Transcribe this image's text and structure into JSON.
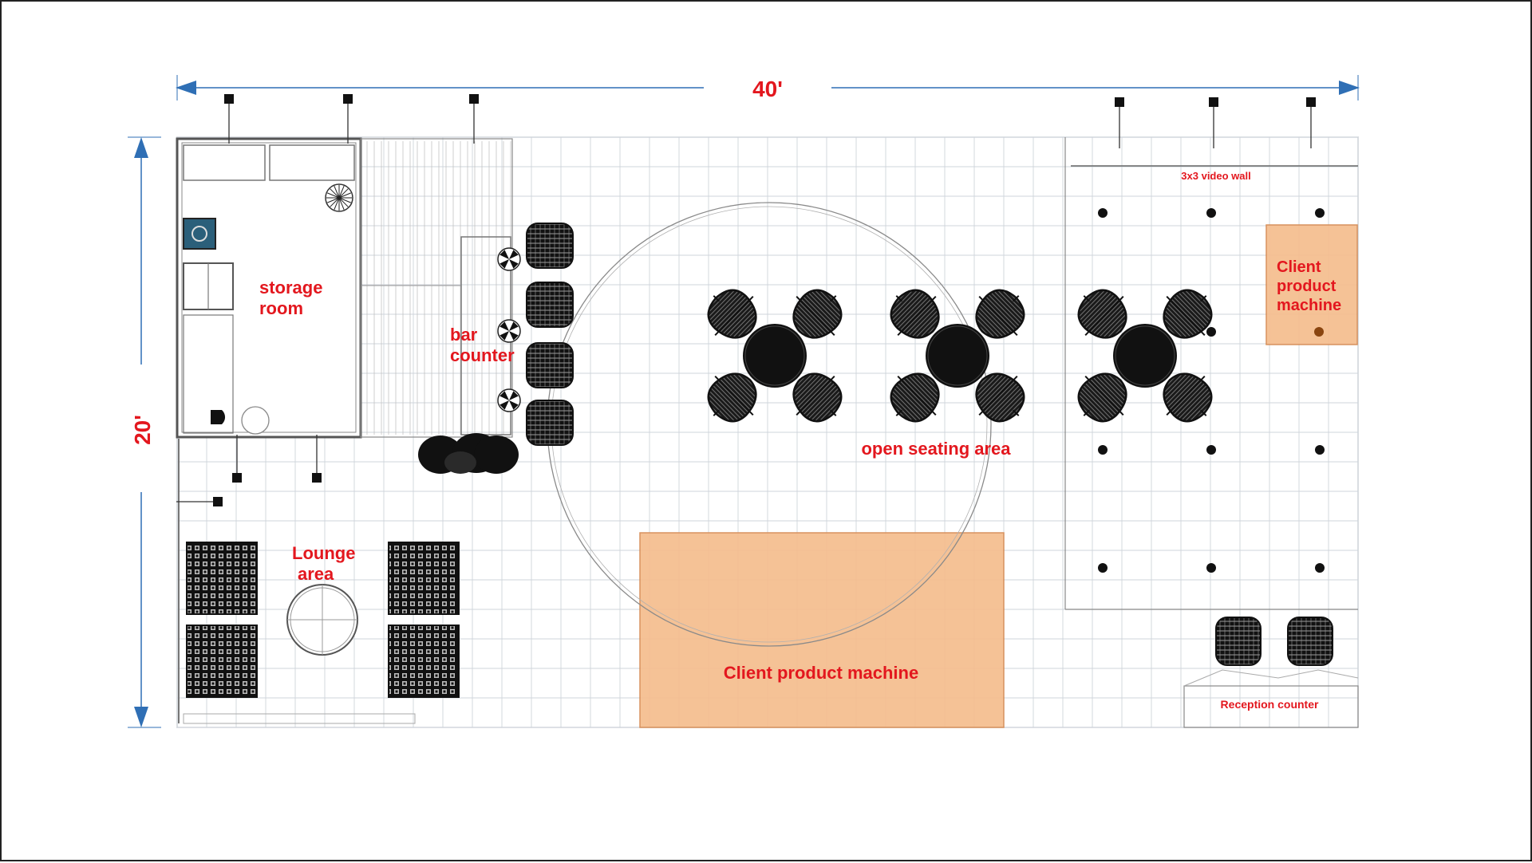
{
  "dimensions": {
    "width_label": "40'",
    "height_label": "20'"
  },
  "colors": {
    "grid": "#c9ced6",
    "wall": "#555555",
    "dimension_arrow": "#2f6fb5",
    "label": "#e3171e",
    "machine_fill": "#f5bd8e",
    "machine_stroke": "#d58a52",
    "furniture": "#1a1a1a"
  },
  "areas": {
    "storage_room": [
      "storage",
      "room"
    ],
    "bar_counter": [
      "bar",
      "counter"
    ],
    "lounge_area": [
      "Lounge",
      "area"
    ],
    "open_seating_area": "open seating area",
    "client_machine_main": "Client product machine",
    "client_machine_side": [
      "Client",
      "product",
      "machine"
    ],
    "video_wall": "3x3 video wall",
    "reception_counter": "Reception counter"
  }
}
